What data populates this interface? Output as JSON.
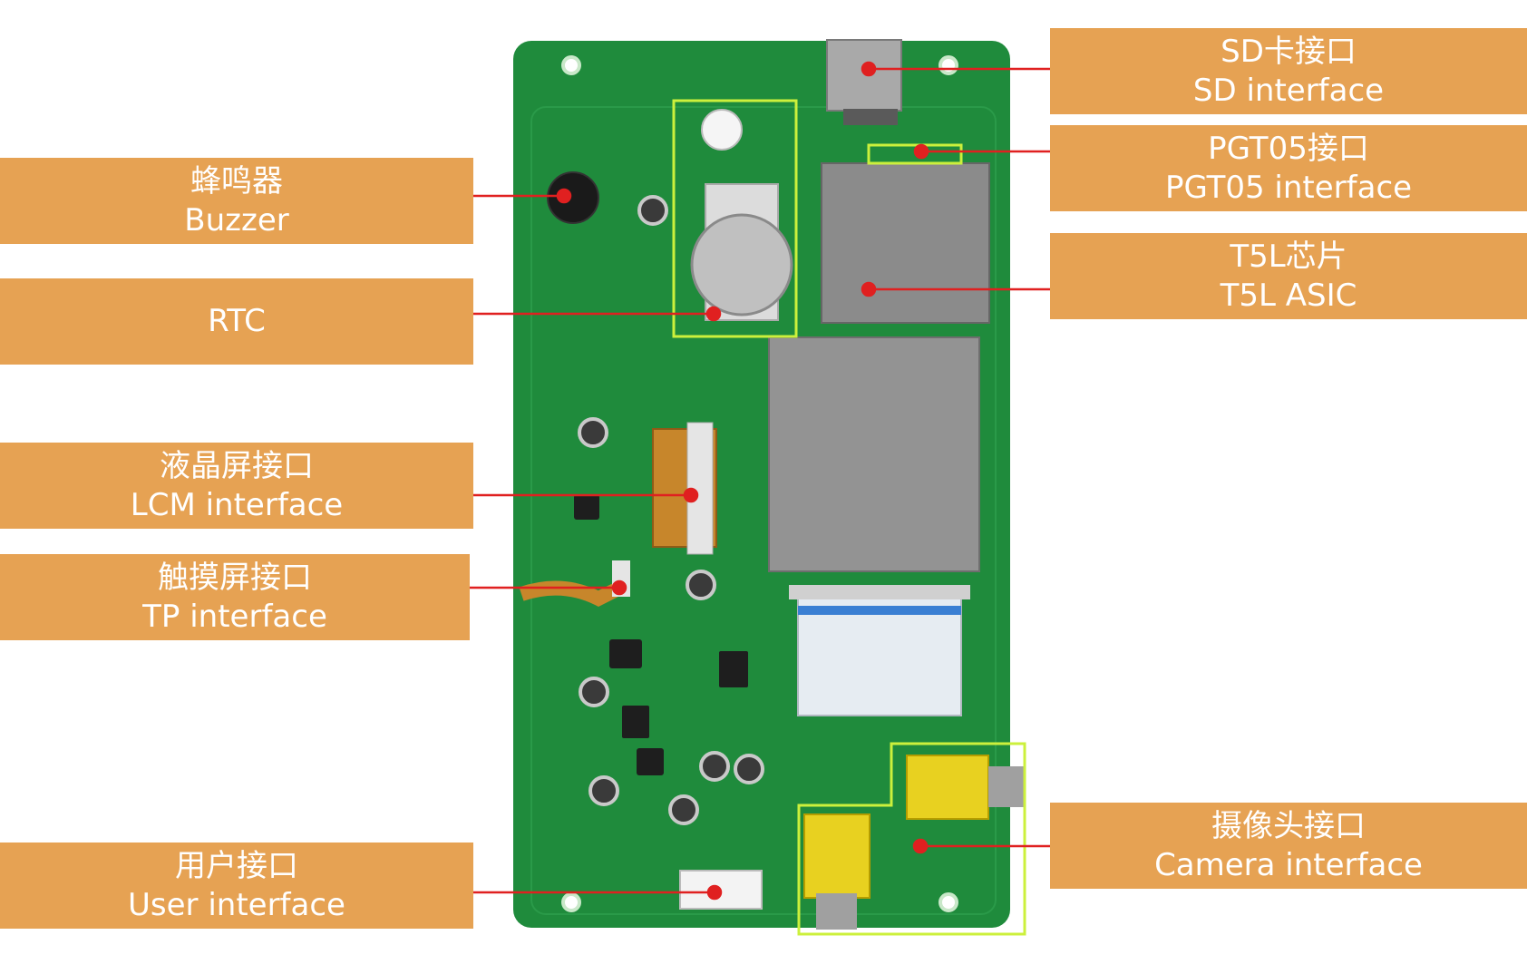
{
  "colors": {
    "label_bg": "#e6a253",
    "label_text": "#ffffff",
    "leader_line": "#e02020",
    "highlight_box": "#ccf03c",
    "pcb": "#1f8b3c"
  },
  "labels": {
    "buzzer": {
      "zh": "蜂鸣器",
      "en": "Buzzer"
    },
    "rtc": {
      "en": "RTC"
    },
    "lcm": {
      "zh": "液晶屏接口",
      "en": "LCM interface"
    },
    "tp": {
      "zh": "触摸屏接口",
      "en": "TP interface"
    },
    "user": {
      "zh": "用户接口",
      "en": "User interface"
    },
    "sd": {
      "zh": "SD卡接口",
      "en": "SD interface"
    },
    "pgt05": {
      "zh": "PGT05接口",
      "en": "PGT05 interface"
    },
    "t5l": {
      "zh": "T5L芯片",
      "en": "T5L ASIC"
    },
    "camera": {
      "zh": "摄像头接口",
      "en": "Camera interface"
    }
  }
}
